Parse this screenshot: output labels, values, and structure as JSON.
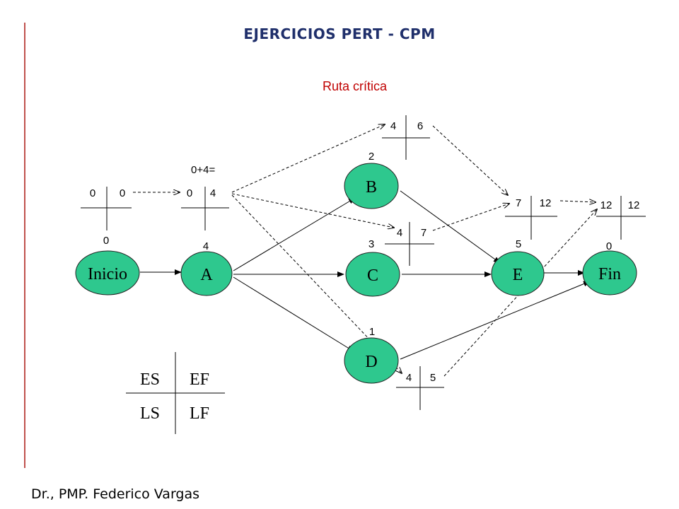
{
  "title": "EJERCICIOS PERT - CPM",
  "subtitle": "Ruta crítica",
  "author": "Dr., PMP. Federico Vargas",
  "colors": {
    "node_fill": "#2ec88e",
    "accent_title": "#1f2f6b",
    "accent_red": "#c00000",
    "margin_line": "#c0504d"
  },
  "nodes": {
    "inicio": {
      "label": "Inicio",
      "duration": "0"
    },
    "a": {
      "label": "A",
      "duration": "4"
    },
    "b": {
      "label": "B",
      "duration": "2"
    },
    "c": {
      "label": "C",
      "duration": "3"
    },
    "d": {
      "label": "D",
      "duration": "1"
    },
    "e": {
      "label": "E",
      "duration": "5"
    },
    "fin": {
      "label": "Fin",
      "duration": "0"
    }
  },
  "crosses": {
    "inicio": {
      "es": "0",
      "ef": "0"
    },
    "a": {
      "es": "0",
      "ef": "4"
    },
    "b": {
      "es": "4",
      "ef": "6"
    },
    "c": {
      "es": "4",
      "ef": "7"
    },
    "d": {
      "es": "4",
      "ef": "5"
    },
    "e": {
      "es": "7",
      "ef": "12"
    },
    "fin": {
      "es": "12",
      "ef": "12"
    }
  },
  "annotation": "0+4=",
  "legend": {
    "es": "ES",
    "ef": "EF",
    "ls": "LS",
    "lf": "LF"
  }
}
